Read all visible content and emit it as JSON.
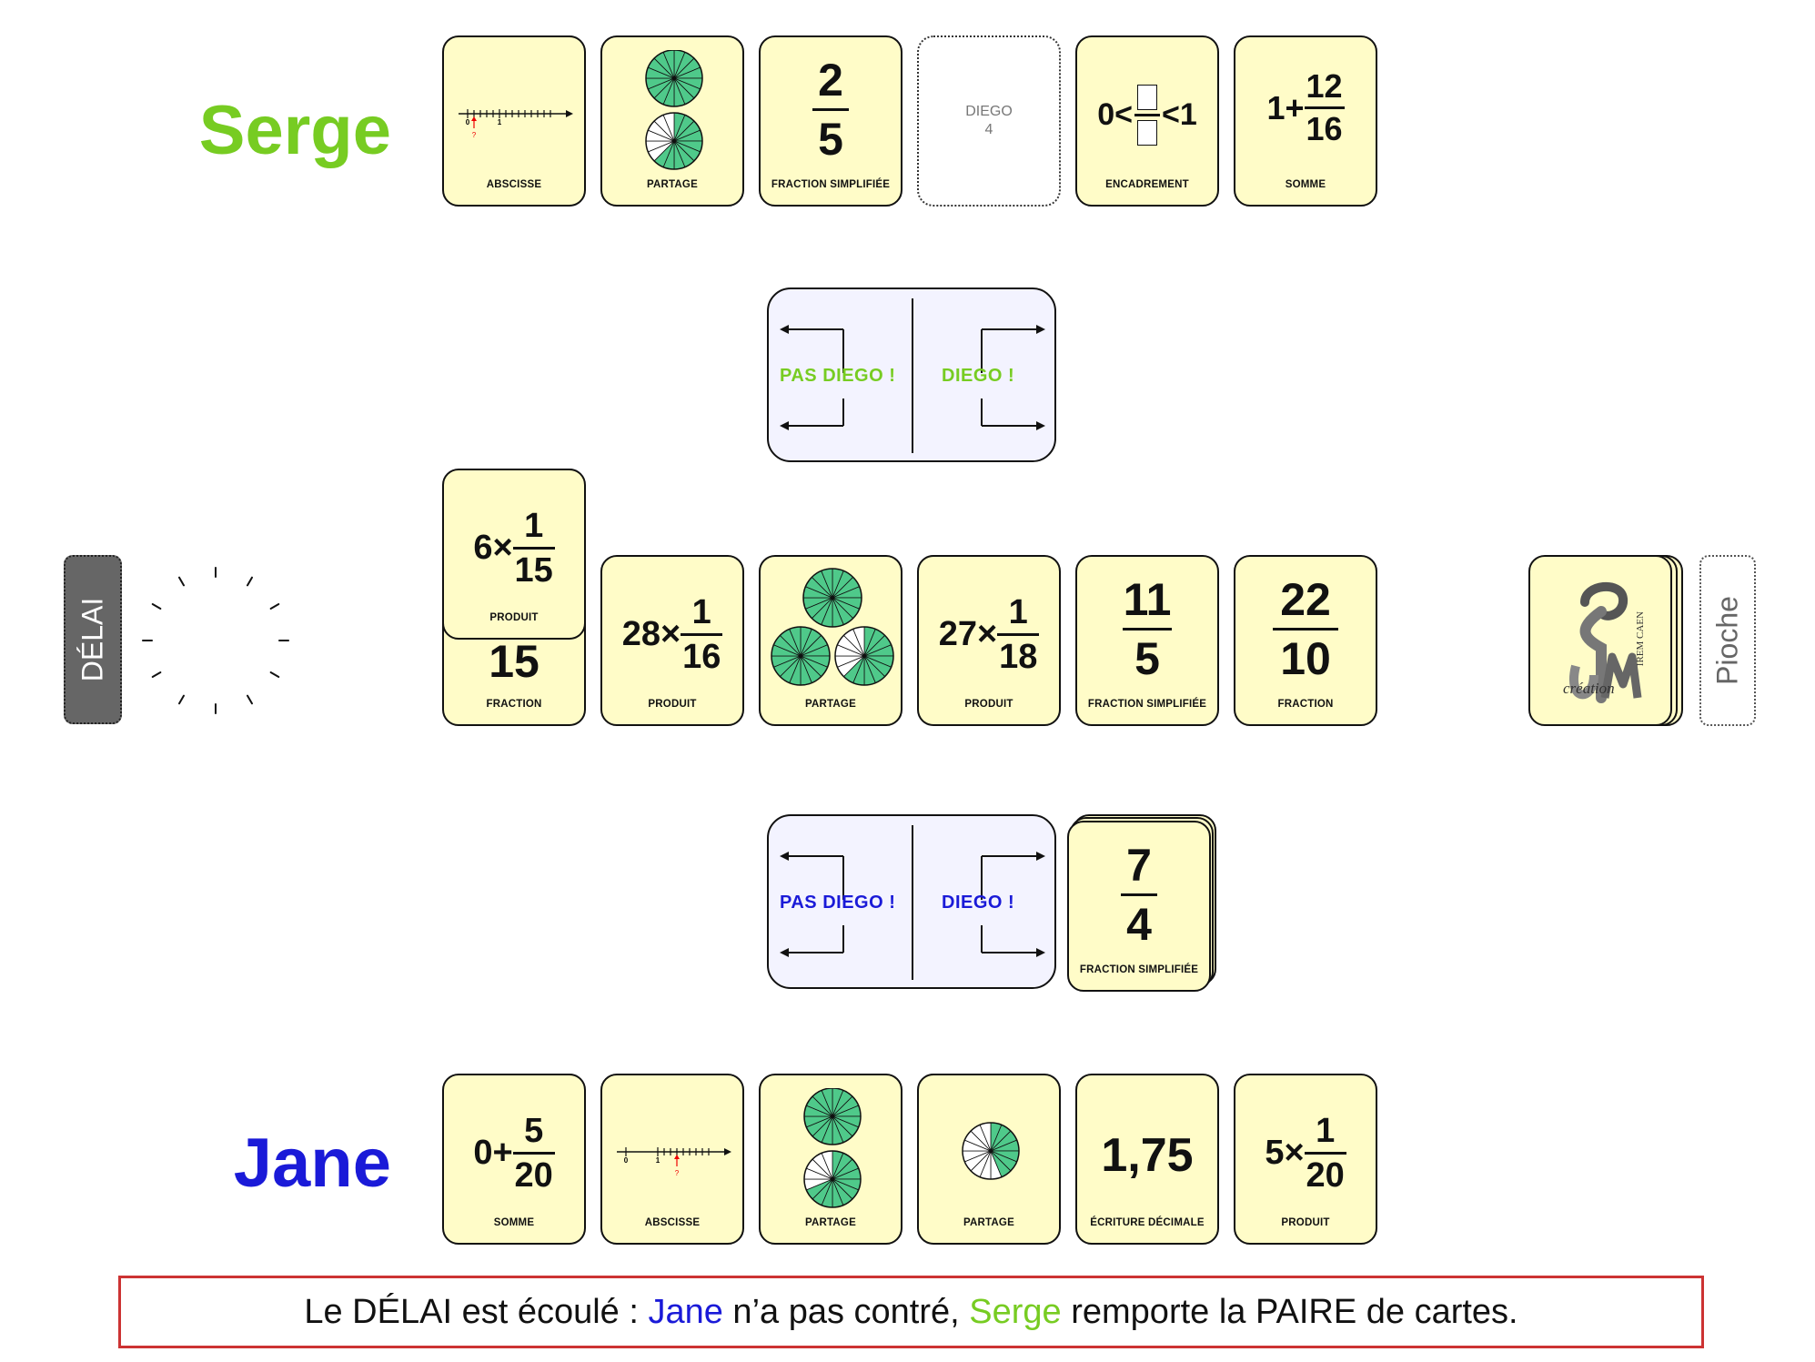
{
  "players": {
    "top": {
      "name": "Serge",
      "color": "#77cc22"
    },
    "bottom": {
      "name": "Jane",
      "color": "#1a1ad8"
    }
  },
  "top_hand": [
    {
      "kind": "abscisse",
      "label": "ABSCISSE",
      "axis": {
        "zero": "0",
        "one": "1",
        "q": "?"
      }
    },
    {
      "kind": "partage",
      "label": "PARTAGE"
    },
    {
      "kind": "fraction",
      "label": "FRACTION SIMPLIFIÉE",
      "num": "2",
      "den": "5"
    },
    {
      "kind": "empty",
      "line1": "DIEGO",
      "line2": "4"
    },
    {
      "kind": "encadrement",
      "label": "ENCADREMENT",
      "left": "0<",
      "right": "<1"
    },
    {
      "kind": "somme",
      "label": "SOMME",
      "whole": "1+",
      "num": "12",
      "den": "16"
    }
  ],
  "top_panel": {
    "pas_diego": "PAS DIEGO !",
    "diego": "DIEGO !",
    "color": "#77cc22"
  },
  "bottom_panel": {
    "pas_diego": "PAS DIEGO !",
    "diego": "DIEGO !",
    "color": "#1a1ad8"
  },
  "delai": {
    "label": "DÉLAI"
  },
  "table": {
    "raised": {
      "label": "PRODUIT",
      "factor": "6×",
      "num": "1",
      "den": "15"
    },
    "under": {
      "label": "FRACTION",
      "visible": "15"
    },
    "row": [
      {
        "kind": "produit",
        "label": "PRODUIT",
        "factor": "28×",
        "num": "1",
        "den": "16"
      },
      {
        "kind": "partage",
        "label": "PARTAGE"
      },
      {
        "kind": "produit",
        "label": "PRODUIT",
        "factor": "27×",
        "num": "1",
        "den": "18"
      },
      {
        "kind": "fraction",
        "label": "FRACTION SIMPLIFIÉE",
        "num": "11",
        "den": "5"
      },
      {
        "kind": "fraction",
        "label": "FRACTION",
        "num": "22",
        "den": "10"
      }
    ]
  },
  "deck": {
    "logo_text": "création",
    "logo_sub": "IREM CAEN"
  },
  "pioche": {
    "label": "Pioche"
  },
  "played_card": {
    "label": "FRACTION SIMPLIFIÉE",
    "num": "7",
    "den": "4"
  },
  "bottom_hand": [
    {
      "kind": "somme",
      "label": "SOMME",
      "whole": "0+",
      "num": "5",
      "den": "20"
    },
    {
      "kind": "abscisse",
      "label": "ABSCISSE",
      "axis": {
        "zero": "0",
        "one": "1",
        "q": "?"
      }
    },
    {
      "kind": "partage",
      "label": "PARTAGE"
    },
    {
      "kind": "partage",
      "label": "PARTAGE"
    },
    {
      "kind": "decimal",
      "label": "ÉCRITURE DÉCIMALE",
      "value": "1,75"
    },
    {
      "kind": "produit",
      "label": "PRODUIT",
      "factor": "5×",
      "num": "1",
      "den": "20"
    }
  ],
  "message": {
    "part1": "Le DÉLAI est écoulé : ",
    "name1": "Jane",
    "part2": " n’a pas contré, ",
    "name2": "Serge",
    "part3": " remporte la PAIRE de cartes."
  },
  "colors": {
    "card_bg": "#fffcc8",
    "wedge_green": "#4fc98a",
    "panel_bg": "#f3f3ff",
    "message_border": "#cc3333"
  }
}
